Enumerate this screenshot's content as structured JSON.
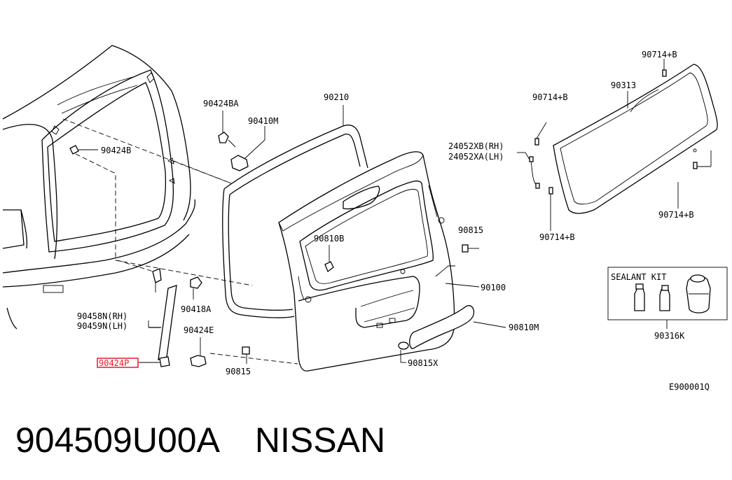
{
  "diagram": {
    "diagram_code": "E900001Q",
    "highlight_color": "#e8192c",
    "callouts": {
      "p90424B_top": "90424B",
      "p90424BA": "90424BA",
      "p90410M": "90410M",
      "p90210": "90210",
      "p90714B_top": "90714+B",
      "p90313": "90313",
      "p90714B_mid": "90714+B",
      "p24052XB": "24052XB(RH)",
      "p24052XA": "24052XA(LH)",
      "p90714B_right": "90714+B",
      "p90714B_low": "90714+B",
      "p90810B": "90810B",
      "p90815_right": "90815",
      "p90100": "90100",
      "p90418A": "90418A",
      "p90458N": "90458N(RH)",
      "p90459N": "90459N(LH)",
      "p90424E": "90424E",
      "p90424P": "90424P",
      "p90815_low": "90815",
      "p90815X": "90815X",
      "p90810M": "90810M",
      "sealant_kit": "SEALANT KIT",
      "p90316K": "90316K"
    }
  },
  "caption": {
    "part_number": "904509U00A",
    "brand": "NISSAN"
  }
}
